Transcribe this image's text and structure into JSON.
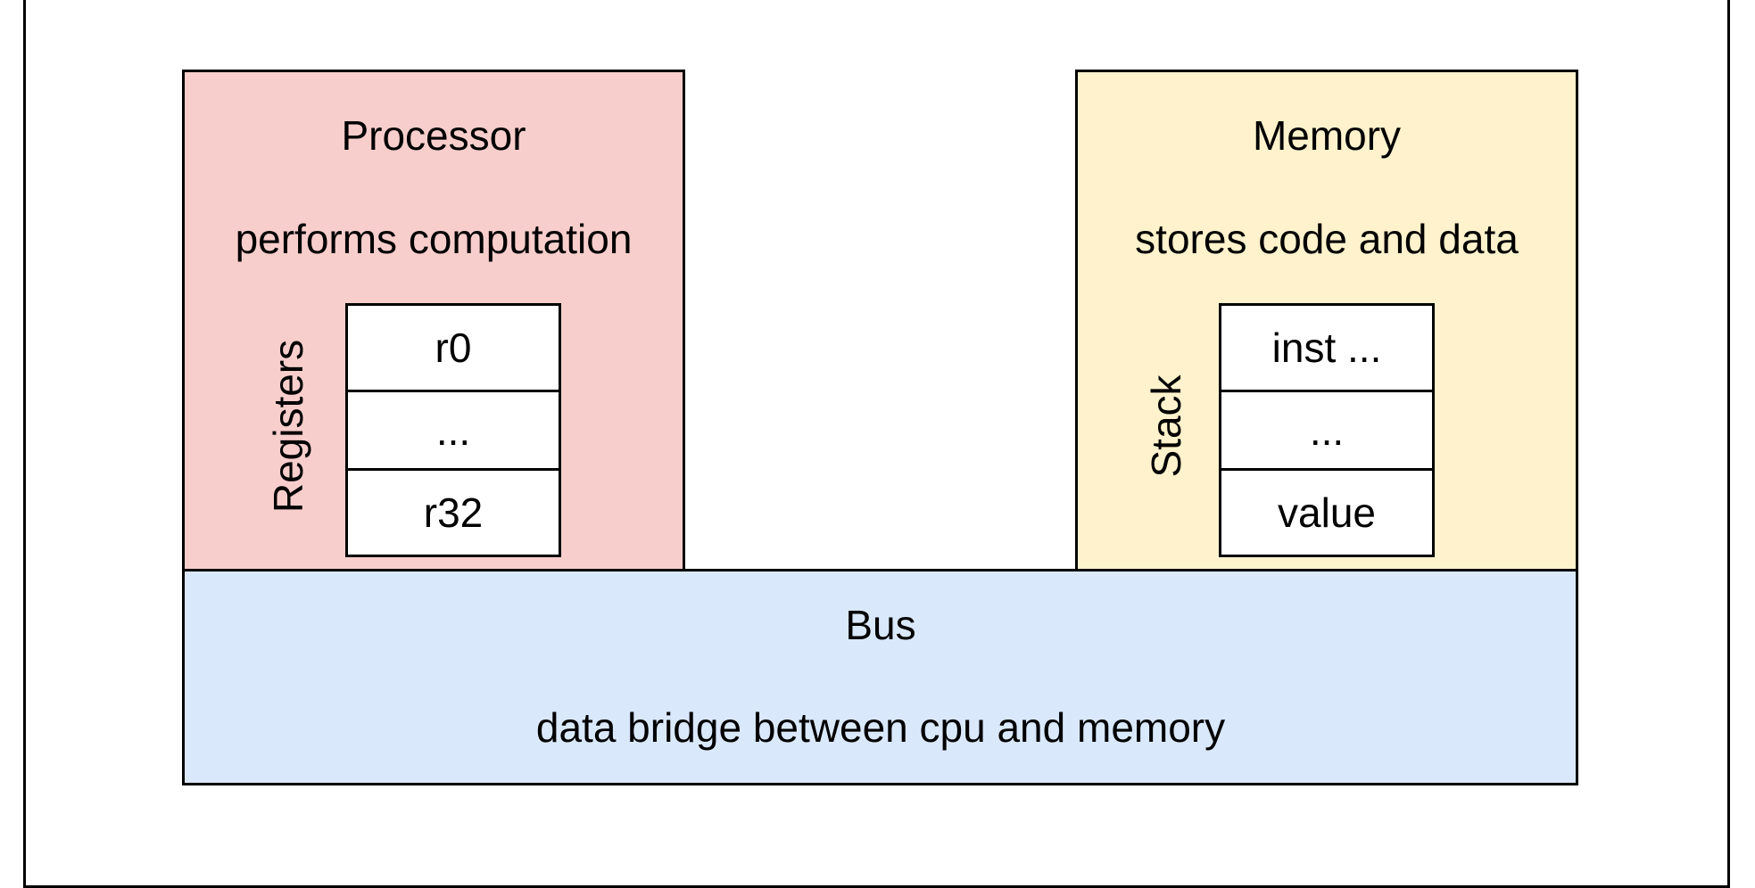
{
  "processor": {
    "title": "Processor",
    "subtitle": "performs computation",
    "register_label": "Registers",
    "registers": [
      "r0",
      "...",
      "r32"
    ],
    "color": "#f8cecc"
  },
  "memory": {
    "title": "Memory",
    "subtitle": "stores code and data",
    "stack_label": "Stack",
    "stack": [
      "inst ...",
      "...",
      "value"
    ],
    "color": "#fff2cc"
  },
  "bus": {
    "title": "Bus",
    "subtitle": "data bridge between cpu and memory",
    "color": "#dae8fc"
  }
}
